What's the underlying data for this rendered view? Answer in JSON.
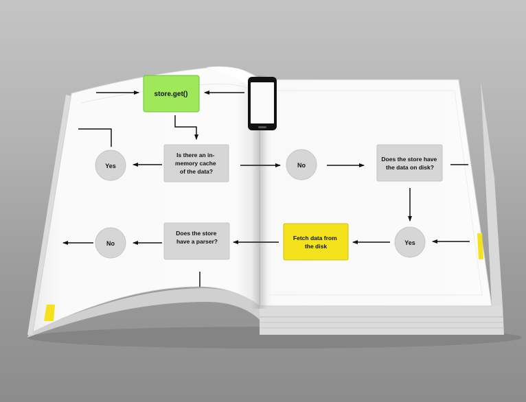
{
  "flowchart": {
    "start_node": {
      "label": "store.get()",
      "color": "#9ee85a"
    },
    "cache_check": {
      "lines": [
        "Is there an in-",
        "memory cache",
        "of the data?"
      ]
    },
    "yes_left": {
      "label": "Yes"
    },
    "no_middle": {
      "label": "No"
    },
    "disk_check": {
      "lines": [
        "Does the store have",
        "the data on disk?"
      ]
    },
    "yes_right": {
      "label": "Yes"
    },
    "fetch_disk": {
      "lines": [
        "Fetch data from",
        "the disk"
      ],
      "color": "#f4e21c"
    },
    "parser_check": {
      "lines": [
        "Does the store",
        "have a parser?"
      ]
    },
    "no_left": {
      "label": "No"
    }
  },
  "colors": {
    "process_box": "#d6d6d6",
    "decision_circle": "#d6d6d6",
    "page": "#fbfbfb",
    "accent_yellow": "#f4e21c"
  },
  "icons": [
    "phone-icon"
  ]
}
